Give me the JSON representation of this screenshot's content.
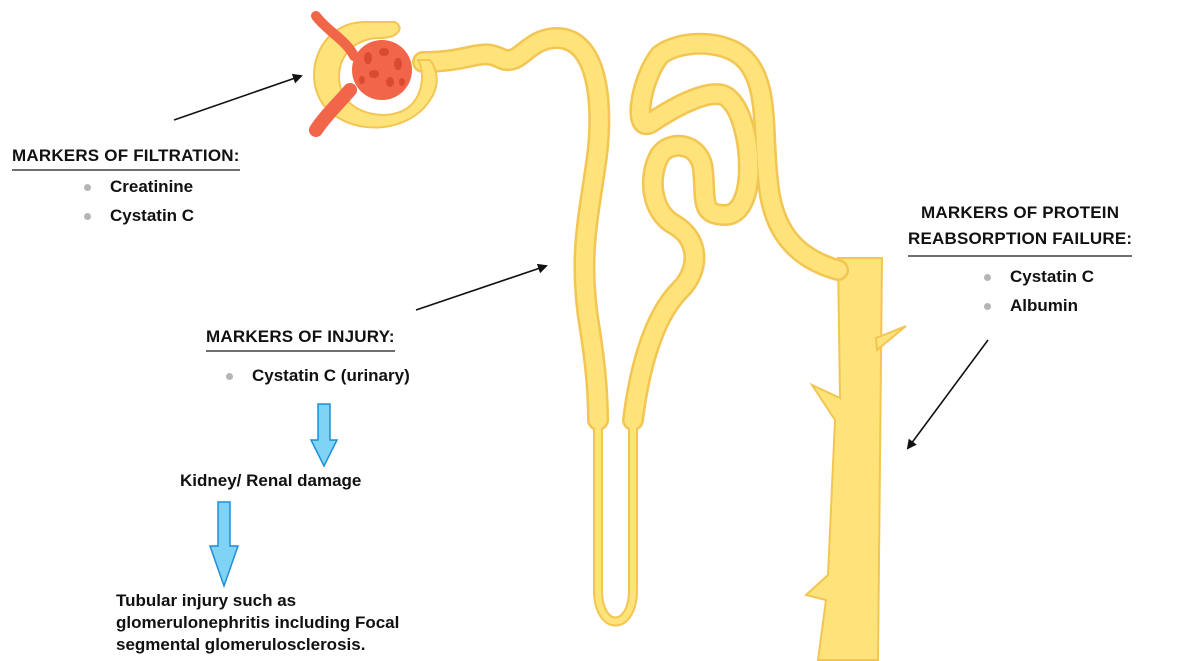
{
  "filtration": {
    "title": "MARKERS OF FILTRATION:",
    "items": [
      {
        "label": "Creatinine"
      },
      {
        "label": "Cystatin C"
      }
    ]
  },
  "injury": {
    "title": "MARKERS OF INJURY:",
    "items": [
      {
        "label": "Cystatin C (urinary)"
      }
    ]
  },
  "reabsorption": {
    "title_line1": "MARKERS OF PROTEIN",
    "title_line2": "REABSORPTION FAILURE:",
    "items": [
      {
        "label": "Cystatin C"
      },
      {
        "label": "Albumin"
      }
    ]
  },
  "flow": {
    "step1": "Kidney/ Renal damage",
    "step2_lines": [
      "Tubular injury such as",
      "glomerulonephritis including Focal",
      "segmental glomerulosclerosis."
    ]
  },
  "colors": {
    "tubule": "#fde37a",
    "tubule_edge": "#f3c553",
    "glomerulus": "#f16549",
    "flow_arrow": "#7fd3f5",
    "flow_arrow_edge": "#1e8fd6",
    "pointer": "#111111",
    "underline": "#6e6e6e"
  },
  "icons": {
    "bullet": "gray-dot-icon",
    "flow_arrow": "down-arrow-icon",
    "pointer": "pointer-arrow-icon"
  }
}
